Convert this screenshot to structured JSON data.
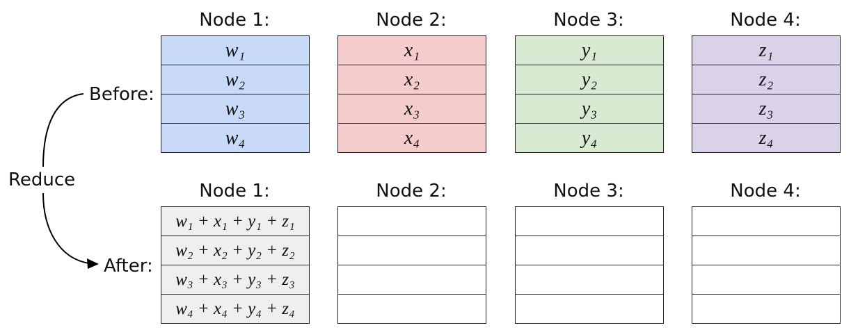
{
  "side_labels": {
    "before": "Before:",
    "reduce": "Reduce",
    "after": "After:"
  },
  "colors": {
    "node1": "#c9daf8",
    "node2": "#f4cccc",
    "node3": "#d9ead3",
    "node4": "#d9d2e9",
    "result": "#efefef",
    "empty": "#ffffff"
  },
  "before": {
    "nodes": [
      {
        "title": "Node 1:",
        "cells": [
          "w₁",
          "w₂",
          "w₃",
          "w₄"
        ]
      },
      {
        "title": "Node 2:",
        "cells": [
          "x₁",
          "x₂",
          "x₃",
          "x₄"
        ]
      },
      {
        "title": "Node 3:",
        "cells": [
          "y₁",
          "y₂",
          "y₃",
          "y₄"
        ]
      },
      {
        "title": "Node 4:",
        "cells": [
          "z₁",
          "z₂",
          "z₃",
          "z₄"
        ]
      }
    ]
  },
  "after": {
    "nodes": [
      {
        "title": "Node 1:",
        "cells": [
          "w₁ + x₁ + y₁ + z₁",
          "w₂ + x₂ + y₂ + z₂",
          "w₃ + x₃ + y₃ + z₃",
          "w₄ + x₄ + y₄ + z₄"
        ]
      },
      {
        "title": "Node 2:",
        "cells": [
          "",
          "",
          "",
          ""
        ]
      },
      {
        "title": "Node 3:",
        "cells": [
          "",
          "",
          "",
          ""
        ]
      },
      {
        "title": "Node 4:",
        "cells": [
          "",
          "",
          "",
          ""
        ]
      }
    ]
  }
}
